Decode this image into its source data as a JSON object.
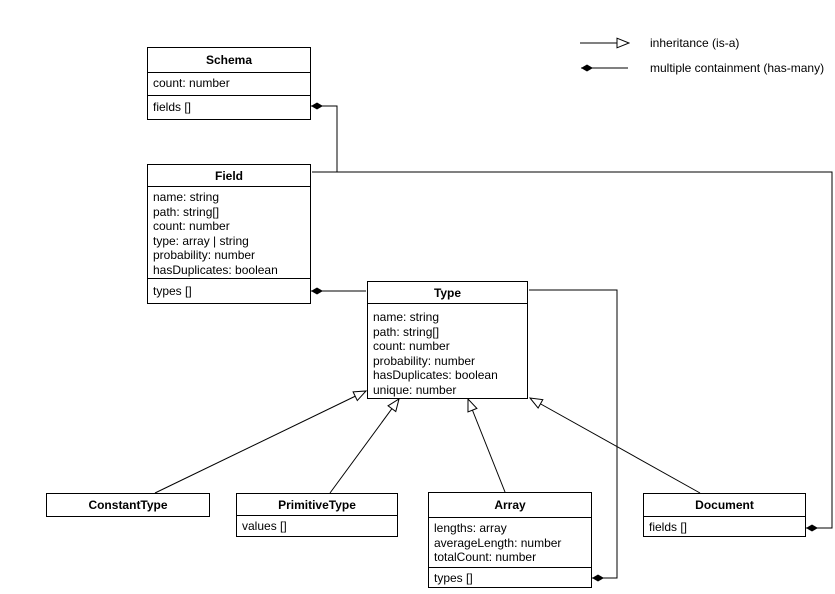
{
  "diagram": {
    "background": "#ffffff",
    "line_color": "#000000",
    "box_fill": "#ffffff"
  },
  "legend": {
    "inheritance_label": "inheritance (is-a)",
    "containment_label": "multiple containment (has-many)",
    "inheritance_symbol": "hollow-triangle-arrow",
    "containment_symbol": "filled-diamond-line"
  },
  "classes": {
    "schema": {
      "title": "Schema",
      "sections": [
        [
          "count: number"
        ],
        [
          "fields []"
        ]
      ]
    },
    "field": {
      "title": "Field",
      "sections": [
        [
          "name: string",
          "path: string[]",
          "count: number",
          "type: array | string",
          "probability: number",
          "hasDuplicates: boolean"
        ],
        [
          "types []"
        ]
      ]
    },
    "type": {
      "title": "Type",
      "sections": [
        [
          "name: string",
          "path: string[]",
          "count: number",
          "probability: number",
          "hasDuplicates: boolean",
          "unique: number"
        ]
      ]
    },
    "constant_type": {
      "title": "ConstantType",
      "sections": []
    },
    "primitive_type": {
      "title": "PrimitiveType",
      "sections": [
        [
          "values []"
        ]
      ]
    },
    "array": {
      "title": "Array",
      "sections": [
        [
          "lengths: array",
          "averageLength: number",
          "totalCount: number"
        ],
        [
          "types []"
        ]
      ]
    },
    "document": {
      "title": "Document",
      "sections": [
        [
          "fields []"
        ]
      ]
    }
  },
  "relationships": [
    {
      "from": "Schema.fields",
      "to": "Field",
      "kind": "has-many"
    },
    {
      "from": "Document.fields",
      "to": "Field",
      "kind": "has-many"
    },
    {
      "from": "Field.types",
      "to": "Type",
      "kind": "has-many"
    },
    {
      "from": "Array.types",
      "to": "Type",
      "kind": "has-many"
    },
    {
      "from": "ConstantType",
      "to": "Type",
      "kind": "is-a"
    },
    {
      "from": "PrimitiveType",
      "to": "Type",
      "kind": "is-a"
    },
    {
      "from": "Array",
      "to": "Type",
      "kind": "is-a"
    },
    {
      "from": "Document",
      "to": "Type",
      "kind": "is-a"
    }
  ]
}
